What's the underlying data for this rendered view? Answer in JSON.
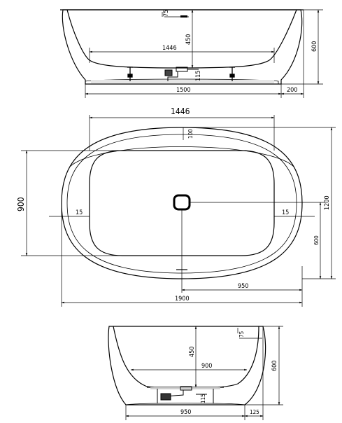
{
  "top_view": {
    "depth_label": "75",
    "inner_depth_label": "450",
    "inner_width_label": "1446",
    "height_label": "600",
    "base_width_label": "1500",
    "overhang_label": "200",
    "drain_label": "115"
  },
  "plan_view": {
    "inner_width_label": "1446",
    "rim_label": "100",
    "width_label": "900",
    "left_offset_label": "15",
    "right_offset_label": "15",
    "length_label": "1200",
    "drain_y_label": "600",
    "drain_x_label": "950",
    "overall_length_label": "1900"
  },
  "side_view": {
    "depth_label": "75",
    "inner_depth_label": "450",
    "inner_width_label": "900",
    "height_label": "600",
    "base_width_label": "950",
    "overhang_label": "125",
    "drain_label": "115"
  }
}
